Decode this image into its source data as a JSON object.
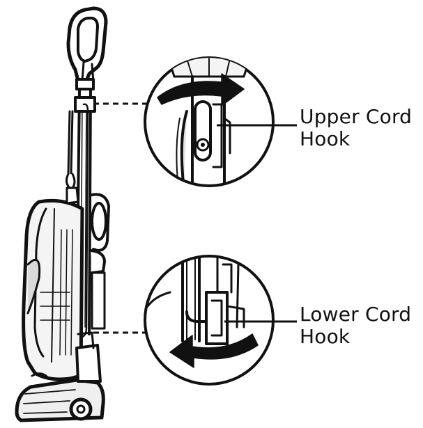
{
  "labels": {
    "upper_cord_hook_line1": "Upper Cord",
    "upper_cord_hook_line2": "Hook",
    "lower_cord_hook_line1": "Lower Cord",
    "lower_cord_hook_line2": "Hook"
  },
  "colors": {
    "ink": "#111111",
    "fill_light": "#e6e6e6",
    "fill_mid": "#cfcfcf",
    "background": "#ffffff"
  },
  "icons": {
    "upper_arrow": "curved-arrow-right-icon",
    "lower_arrow": "curved-arrow-left-icon"
  }
}
